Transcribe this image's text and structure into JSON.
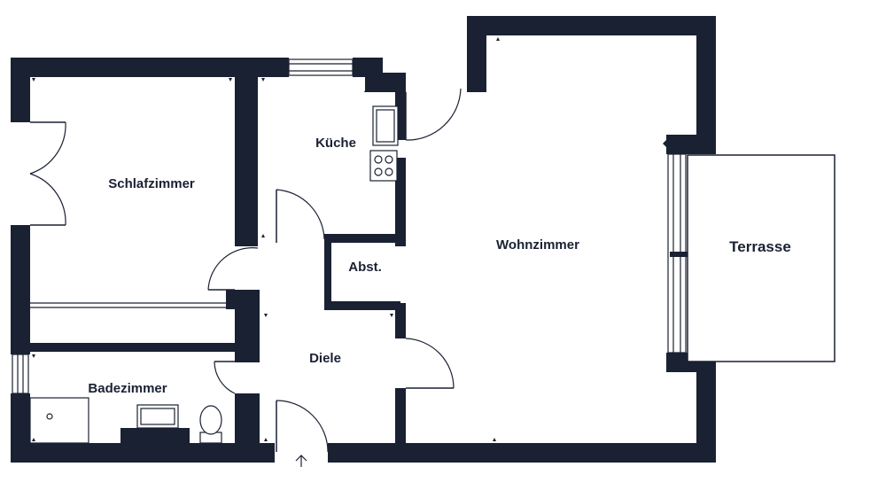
{
  "rooms": {
    "schlafzimmer": "Schlafzimmer",
    "kueche": "Küche",
    "abst": "Abst.",
    "wohnzimmer": "Wohnzimmer",
    "terrasse": "Terrasse",
    "diele": "Diele",
    "badezimmer": "Badezimmer"
  },
  "colors": {
    "wall": "#1a2133",
    "background": "#ffffff"
  },
  "icons": {
    "entrance": "entrance-arrow-icon"
  }
}
